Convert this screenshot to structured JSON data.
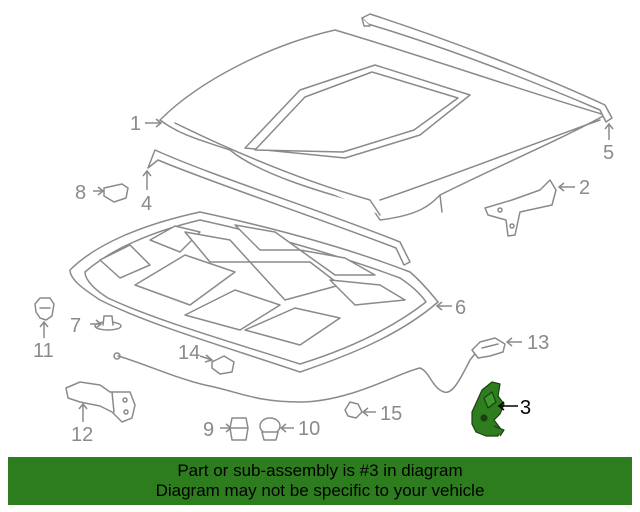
{
  "callouts": {
    "c1": "1",
    "c2": "2",
    "c3": "3",
    "c4": "4",
    "c5": "5",
    "c6": "6",
    "c7": "7",
    "c8": "8",
    "c9": "9",
    "c10": "10",
    "c11": "11",
    "c12": "12",
    "c13": "13",
    "c14": "14",
    "c15": "15"
  },
  "highlight": {
    "part_number": "3",
    "color": "#2e7d1e"
  },
  "footer": {
    "line1": "Part or sub-assembly is #3 in diagram",
    "line2": "Diagram may not be specific to your vehicle",
    "background": "#2d7d1f"
  },
  "colors": {
    "line": "#8a8a8a",
    "fill": "#ffffff",
    "highlight_part": "#2e7d1e"
  }
}
